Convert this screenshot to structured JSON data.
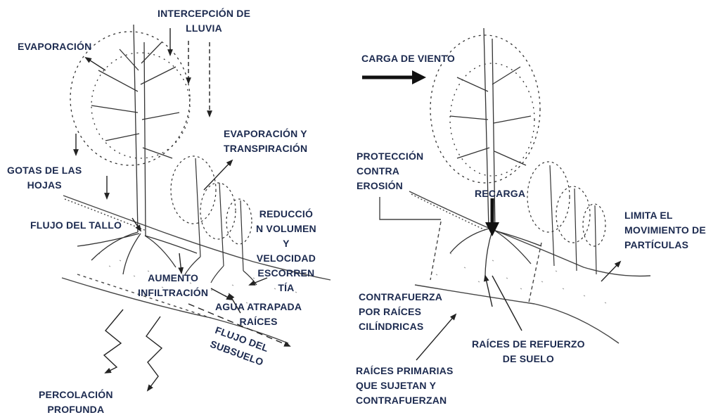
{
  "colors": {
    "label": "#1c2a4f",
    "lineart": "#333333"
  },
  "labels": {
    "interception": "INTERCEPCIÓN DE\nLLUVIA",
    "evaporation": "EVAPORACIÓN",
    "evap_transp": "EVAPORACIÓN Y\nTRANSPIRACIÓN",
    "leaf_drops": "GOTAS DE LAS\nHOJAS",
    "stem_flow": "FLUJO DEL TALLO",
    "runoff_reduction": "REDUCCIÓ\nN VOLUMEN\nY\nVELOCIDAD\nESCORREN\nTÍA",
    "infiltration": "AUMENTO\nINFILTRACIÓN",
    "root_water": "AGUA ATRAPADA\nRAÍCES",
    "subsoil_flow": "FLUJO DEL\nSUBSUELO",
    "percolation": "PERCOLACIÓN\nPROFUNDA",
    "wind_load": "CARGA DE VIENTO",
    "erosion_protection": "PROTECCIÓN\nCONTRA\nEROSIÓN",
    "recharge": "RECARGA",
    "particle_limit": "LIMITA EL\nMOVIMIENTO DE\nPARTÍCULAS",
    "counterforce": "CONTRAFUERZA\nPOR RAÍCES\nCILÍNDRICAS",
    "reinforcement_roots": "RAÍCES DE REFUERZO\nDE SUELO",
    "primary_roots": "RAÍCES PRIMARIAS\nQUE SUJETAN Y\nCONTRAFUERZAN"
  }
}
